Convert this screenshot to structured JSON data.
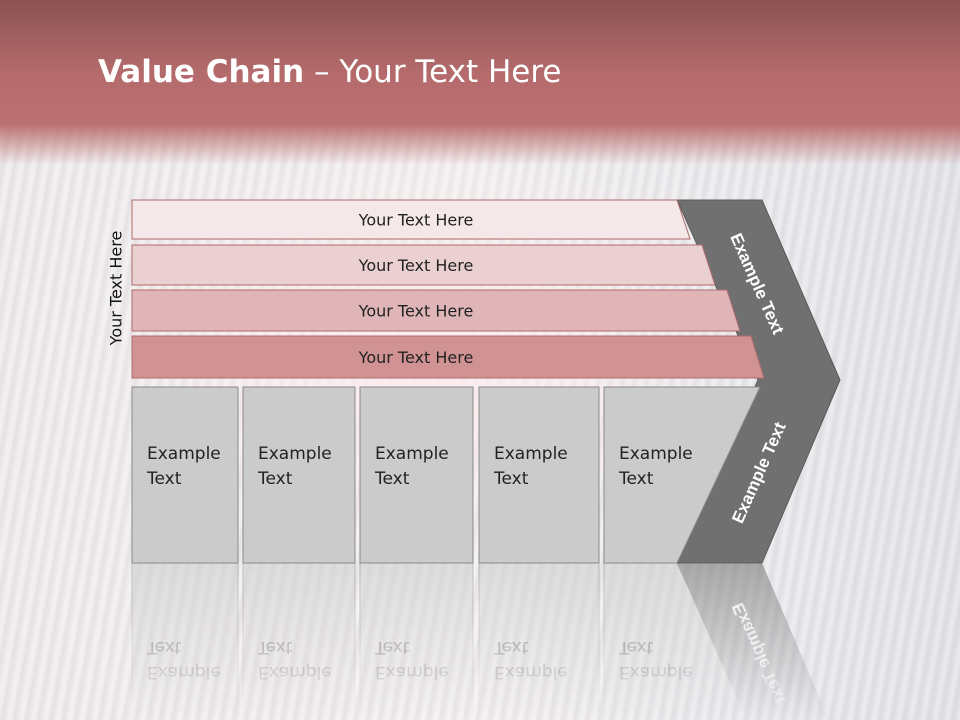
{
  "slide": {
    "title_bold": "Value Chain",
    "title_rest": " – Your Text Here",
    "side_label": "Your Text Here"
  },
  "bars": [
    {
      "label": "Your Text Here",
      "fill": "#f5e8e9"
    },
    {
      "label": "Your Text Here",
      "fill": "#ebd0d2"
    },
    {
      "label": "Your Text Here",
      "fill": "#e0b5b7"
    },
    {
      "label": "Your Text Here",
      "fill": "#d09293"
    }
  ],
  "boxes": [
    {
      "line1": "Example",
      "line2": "Text"
    },
    {
      "line1": "Example",
      "line2": "Text"
    },
    {
      "line1": "Example",
      "line2": "Text"
    },
    {
      "line1": "Example",
      "line2": "Text"
    },
    {
      "line1": "Example",
      "line2": "Text"
    }
  ],
  "arrow": {
    "upper_label": "Example Text",
    "lower_label": "Example Text",
    "fill": "#707070"
  },
  "colors": {
    "header": "#b56b6c",
    "box_fill": "#cbcbcb",
    "box_stroke": "#8a8a8a",
    "bar_stroke": "#b06a6c"
  }
}
